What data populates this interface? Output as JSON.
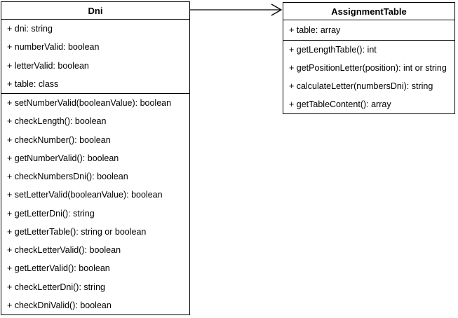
{
  "diagram": {
    "type": "uml-class-diagram",
    "colors": {
      "stroke": "#000000",
      "fill": "#ffffff",
      "text": "#000000"
    },
    "classes": [
      {
        "name": "Dni",
        "attributes": [
          "+ dni: string",
          "+ numberValid: boolean",
          "+ letterValid: boolean",
          "+ table: class"
        ],
        "methods": [
          "+ setNumberValid(booleanValue): boolean",
          "+ checkLength(): boolean",
          "+ checkNumber(): boolean",
          "+ getNumberValid(): boolean",
          "+ checkNumbersDni(): boolean",
          "+ setLetterValid(booleanValue): boolean",
          "+ getLetterDni(): string",
          "+ getLetterTable(): string or boolean",
          "+ checkLetterValid(): boolean",
          "+ getLetterValid(): boolean",
          "+ checkLetterDni(): string",
          "+ checkDniValid(): boolean"
        ]
      },
      {
        "name": "AssignmentTable",
        "attributes": [
          "+ table: array"
        ],
        "methods": [
          "+ getLengthTable(): int",
          "+ getPositionLetter(position): int or string",
          "+ calculateLetter(numbersDni): string",
          "+ getTableContent(): array"
        ]
      }
    ],
    "relationship": {
      "type": "directed-association-open-arrow",
      "from": "Dni",
      "to": "AssignmentTable"
    }
  }
}
